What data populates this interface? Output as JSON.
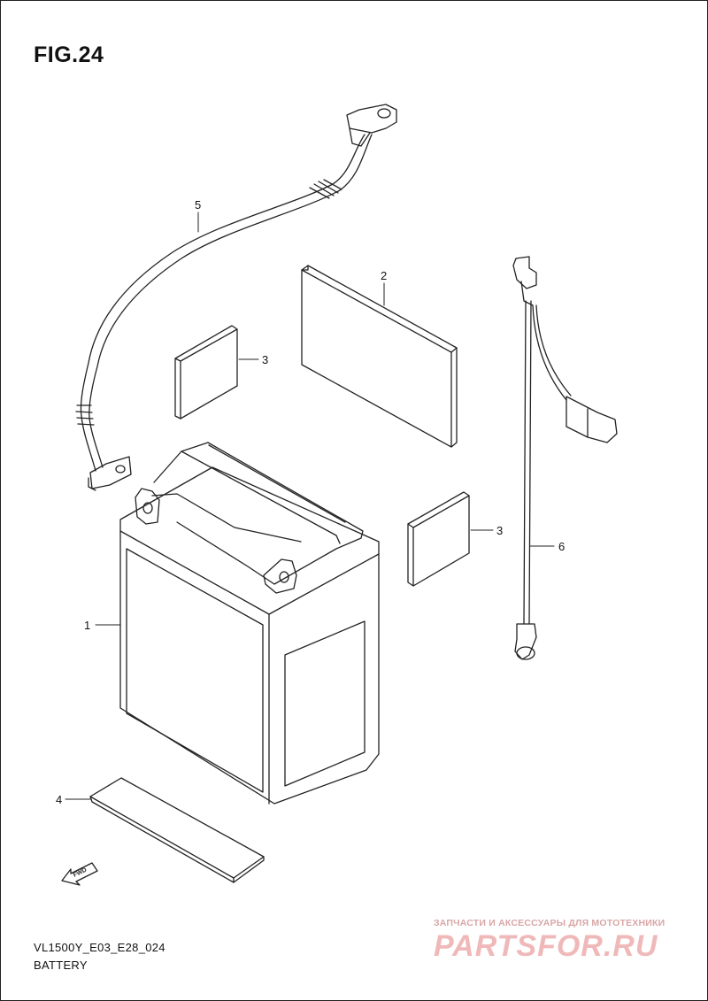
{
  "figure": {
    "title": "FIG.24"
  },
  "callouts": [
    {
      "id": "part-1",
      "label": "1"
    },
    {
      "id": "part-2",
      "label": "2"
    },
    {
      "id": "part-3a",
      "label": "3"
    },
    {
      "id": "part-3b",
      "label": "3"
    },
    {
      "id": "part-4",
      "label": "4"
    },
    {
      "id": "part-5",
      "label": "5"
    },
    {
      "id": "part-6",
      "label": "6"
    }
  ],
  "fwd_arrow": {
    "label": "FWD"
  },
  "footer": {
    "model_code": "VL1500Y_E03_E28_024",
    "section_name": "BATTERY"
  },
  "watermark": {
    "tagline": "ЗАПЧАСТИ И АКСЕССУАРЫ ДЛЯ МОТОТЕХНИКИ",
    "brand": "PARTSFOR.RU"
  }
}
